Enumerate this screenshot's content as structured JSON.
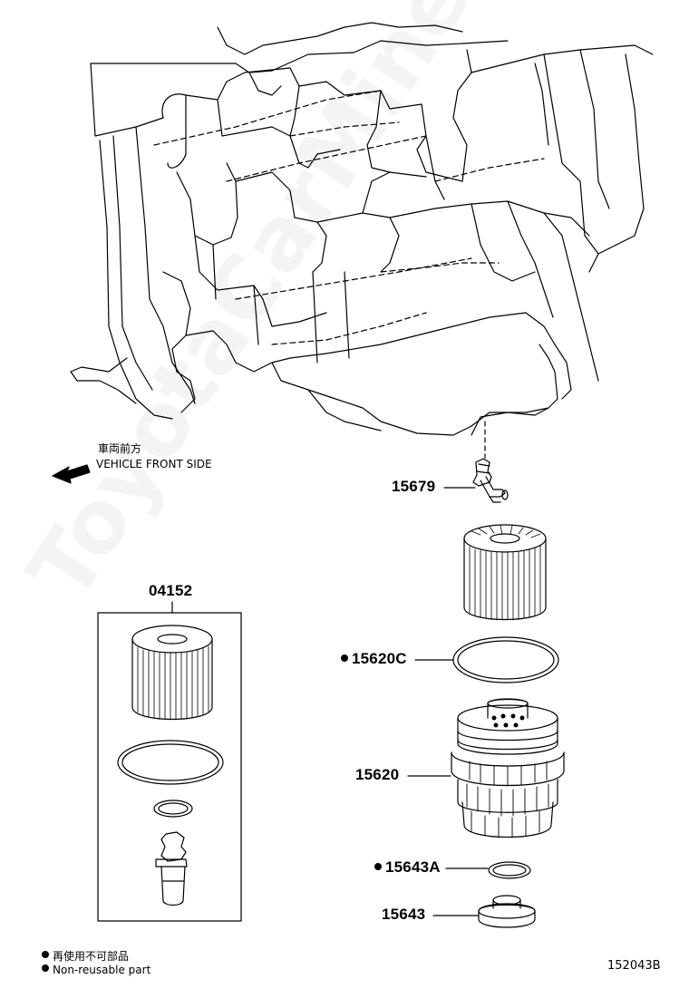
{
  "diagram": {
    "direction_jp": "車両前方",
    "direction_en": "VEHICLE FRONT SIDE",
    "kit_label": "04152",
    "parts": [
      {
        "id": "15679",
        "bullet": false
      },
      {
        "id": "15620C",
        "bullet": true
      },
      {
        "id": "15620",
        "bullet": false
      },
      {
        "id": "15643A",
        "bullet": true
      },
      {
        "id": "15643",
        "bullet": false
      }
    ],
    "legend_jp": "再使用不可部品",
    "legend_en": "Non-reusable part",
    "figure_code": "152043B",
    "watermark": "ToyotaCarMine.ru"
  }
}
